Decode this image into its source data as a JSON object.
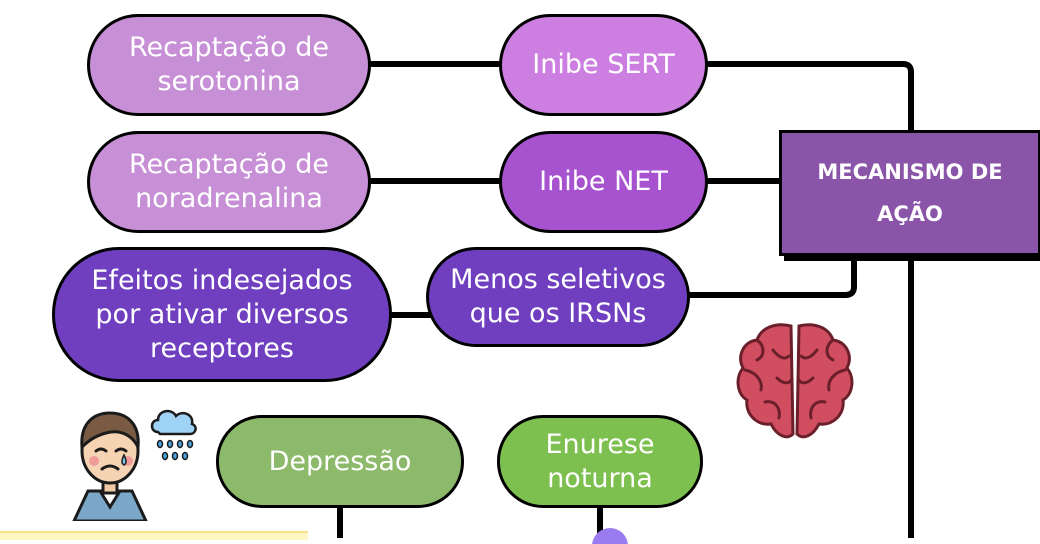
{
  "nodes": {
    "recaptacao_serotonina": "Recaptação de\nserotonina",
    "inibe_sert": "Inibe SERT",
    "recaptacao_noradrenalina": "Recaptação de\nnoradrenalina",
    "inibe_net": "Inibe NET",
    "mecanismo": "MECANISMO DE\nAÇÃO",
    "efeitos": "Efeitos indesejados\npor ativar diversos\nreceptores",
    "menos_seletivos": "Menos seletivos\nque os IRSNs",
    "depressao": "Depressão",
    "enurese": "Enurese\nnoturna"
  },
  "colors": {
    "lilac": "#c78fd6",
    "violet": "#cc7fe0",
    "purple": "#a753cf",
    "deep_purple": "#6f3fc0",
    "mech_box": "#8a55a8",
    "green": "#8cb96a",
    "bright_green": "#7ec04f",
    "brain": "#d04e60"
  },
  "icons": {
    "brain": "brain-icon",
    "sad_person": "sad-person-icon",
    "rain_cloud": "rain-cloud-icon"
  }
}
